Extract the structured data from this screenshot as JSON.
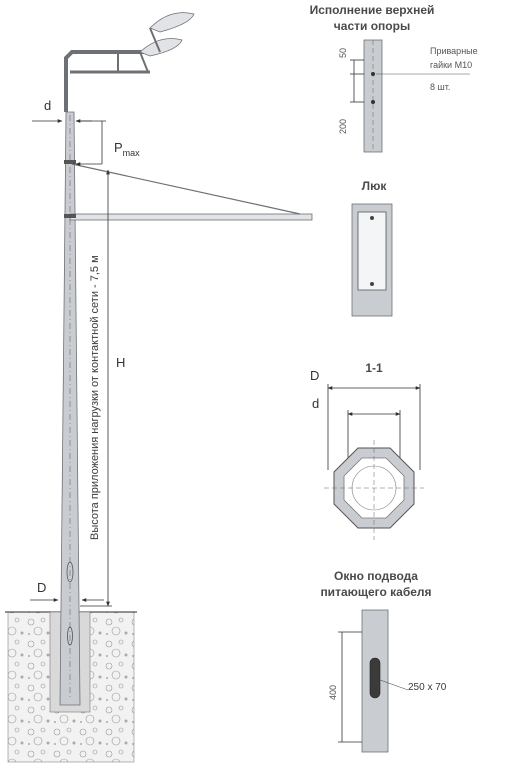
{
  "main_pole": {
    "label_d": "d",
    "label_D": "D",
    "label_P": "P",
    "label_P_sub": "max",
    "label_H": "H",
    "vertical_text": "Высота приложения нагрузки от контактной сети - 7,5 м"
  },
  "top_detail": {
    "title_line1": "Исполнение верхней",
    "title_line2": "части опоры",
    "dim_50": "50",
    "dim_200": "200",
    "note_line1": "Приварные",
    "note_line2": "гайки М10",
    "note_line3": "8 шт."
  },
  "hatch_detail": {
    "title": "Люк"
  },
  "section_detail": {
    "title": "1-1",
    "label_D": "D",
    "label_d": "d"
  },
  "cable_detail": {
    "title_line1": "Окно подвода",
    "title_line2": "питающего кабеля",
    "dim_400": "400",
    "window_size": "250 х 70"
  },
  "colors": {
    "pole_fill": "#c9ccd0",
    "pole_stroke": "#6d7075",
    "dim_line": "#333333"
  }
}
